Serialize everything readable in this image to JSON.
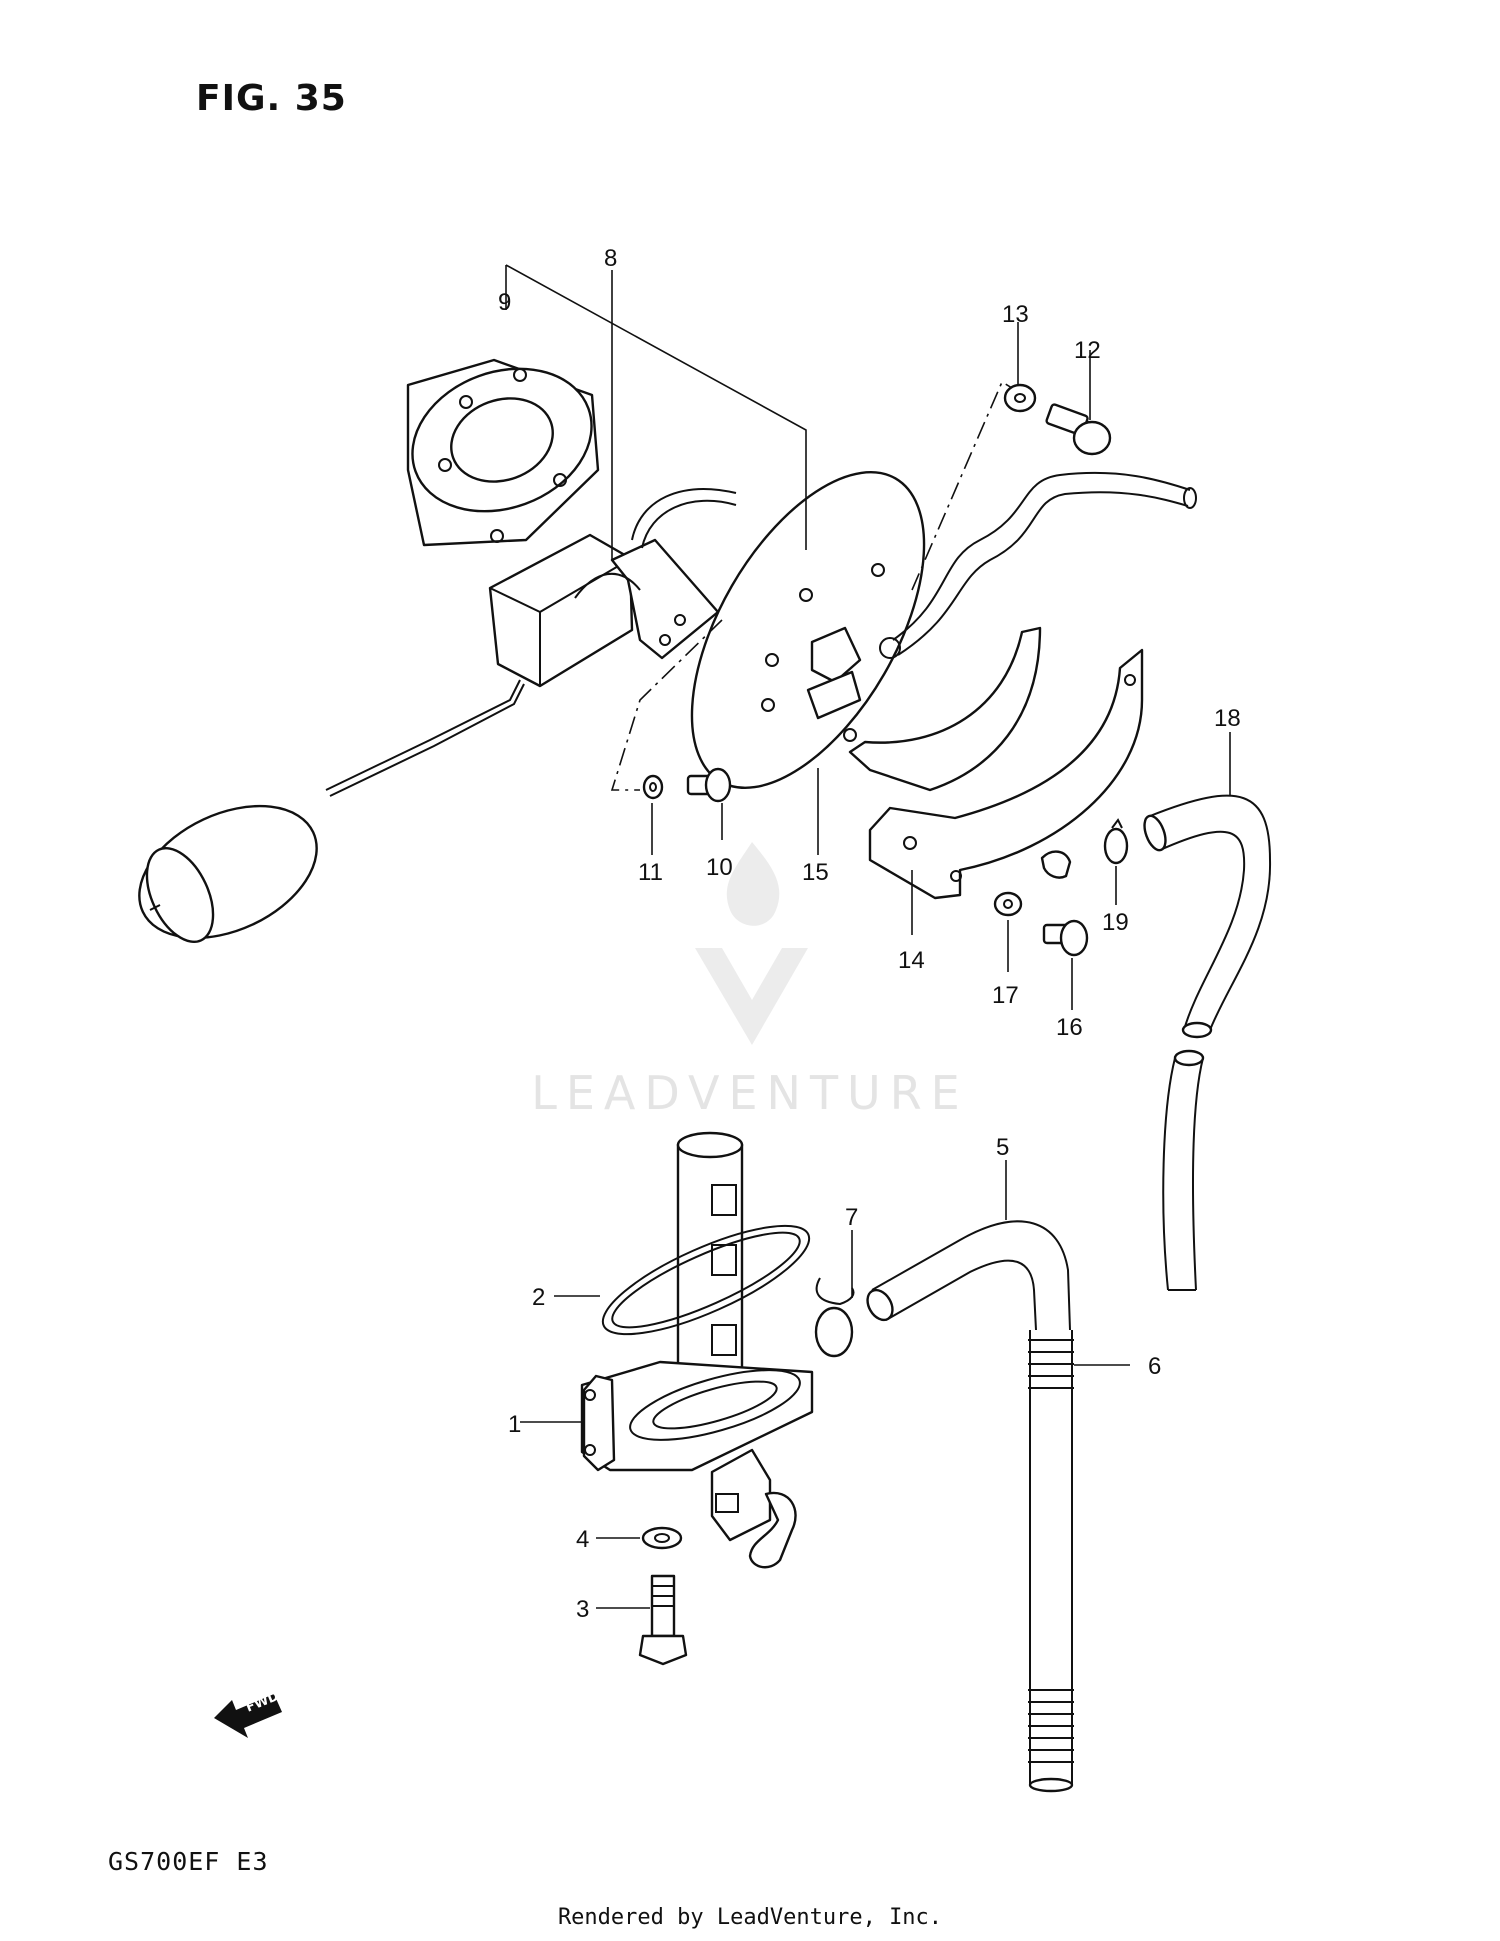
{
  "figure_title": "FIG. 35",
  "model_code": "GS700EF  E3",
  "credit": "Rendered by LeadVenture, Inc.",
  "watermark": "LEADVENTURE",
  "fwd_label": "FWD",
  "callouts": [
    "1",
    "2",
    "3",
    "4",
    "5",
    "6",
    "7",
    "8",
    "9",
    "10",
    "11",
    "12",
    "13",
    "14",
    "15",
    "16",
    "17",
    "18",
    "19"
  ]
}
